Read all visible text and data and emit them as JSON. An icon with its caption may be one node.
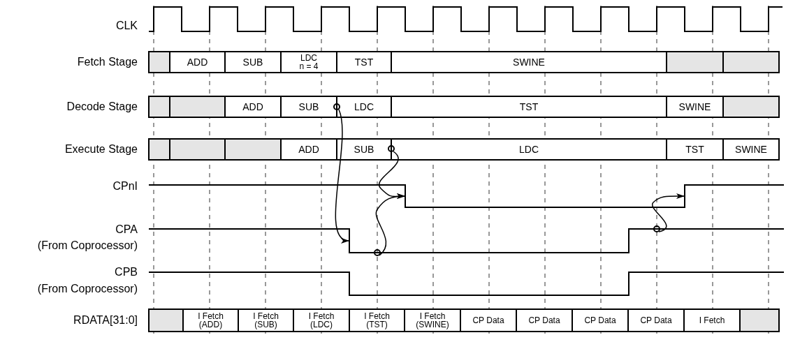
{
  "diagram": {
    "nodes": [
      {
        "text": [],
        "shape": "box"
      },
      {
        "text": [
          "ADD"
        ]
      },
      {
        "text": [
          "SUB"
        ]
      },
      {
        "text": [
          "LDC",
          "n = 4"
        ]
      },
      {
        "text": [
          "TST"
        ]
      },
      {
        "text": [
          "SWINE"
        ]
      },
      {
        "text": [],
        "shape": "box"
      },
      {
        "text": [],
        "shape": "box"
      },
      {
        "text": [],
        "shape": "box"
      },
      {
        "text": [],
        "shape": "box"
      },
      {
        "text": [
          "ADD"
        ]
      },
      {
        "text": [
          "SUB"
        ]
      },
      {
        "text": [
          "LDC"
        ]
      },
      {
        "text": [
          "TST"
        ]
      },
      {
        "text": [
          "SWINE"
        ]
      },
      {
        "text": [],
        "shape": "box"
      },
      {
        "text": [],
        "shape": "box"
      },
      {
        "text": [],
        "shape": "box"
      },
      {
        "text": [],
        "shape": "box"
      },
      {
        "text": [
          "ADD"
        ]
      },
      {
        "text": [
          "SUB"
        ]
      },
      {
        "text": [
          "LDC"
        ]
      },
      {
        "text": [
          "TST"
        ]
      },
      {
        "text": [
          "SWINE"
        ]
      },
      {
        "text": [],
        "shape": "circle"
      },
      {
        "text": [],
        "shape": "circle"
      },
      {
        "text": [],
        "shape": "circle"
      },
      {
        "text": [],
        "shape": "circle"
      },
      {
        "text": [],
        "shape": "box"
      },
      {
        "text": [
          "I Fetch (ADD)"
        ]
      },
      {
        "text": [
          "I Fetch (SUB)"
        ]
      },
      {
        "text": [
          "I Fetch (LDC)"
        ]
      },
      {
        "text": [
          "I Fetch (TST)"
        ]
      },
      {
        "text": [
          "I Fetch (SWINE)"
        ]
      },
      {
        "text": [
          "CP Data"
        ]
      },
      {
        "text": [
          "CP Data"
        ]
      },
      {
        "text": [
          "CP Data"
        ]
      },
      {
        "text": [
          "CP Data"
        ]
      },
      {
        "text": [
          "I Fetch"
        ]
      },
      {
        "text": [],
        "shape": "box"
      }
    ],
    "edges": [
      {
        "from": 24,
        "to": null,
        "arrow": "to"
      },
      {
        "from": 25,
        "to": null,
        "arrow": "to"
      },
      {
        "from": 26,
        "to": null,
        "arrow": "to"
      },
      {
        "from": 27,
        "to": null,
        "arrow": "to"
      }
    ],
    "labels": [
      "CLK",
      "Fetch Stage",
      "Decode Stage",
      "Execute Stage",
      "CPnI",
      "CPA",
      "(From Coprocessor)",
      "CPB",
      "(From Coprocessor)",
      "RDATA[31:0]"
    ]
  }
}
